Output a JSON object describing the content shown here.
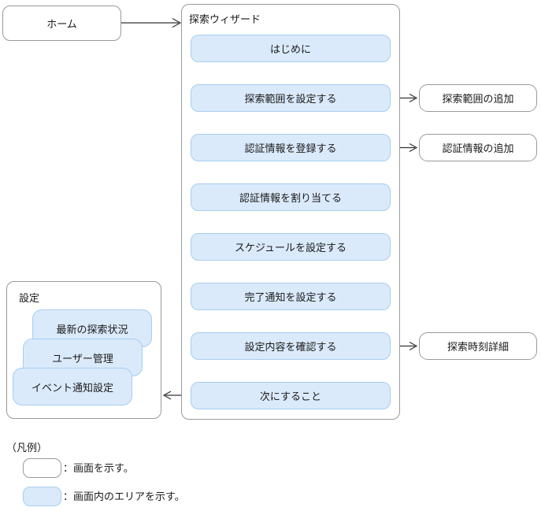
{
  "home": {
    "label": "ホーム"
  },
  "wizard": {
    "title": "探索ウィザード",
    "steps": [
      "はじめに",
      "探索範囲を設定する",
      "認証情報を登録する",
      "認証情報を割り当てる",
      "スケジュールを設定する",
      "完了通知を設定する",
      "設定内容を確認する",
      "次にすること"
    ]
  },
  "linked_screens": [
    "探索範囲の追加",
    "認証情報の追加",
    "探索時刻詳細"
  ],
  "settings": {
    "title": "設定",
    "items": [
      "最新の探索状況",
      "ユーザー管理",
      "イベント通知設定"
    ]
  },
  "legend": {
    "title": "（凡例）",
    "screen_label": "：画面を示す。",
    "area_label": "：画面内のエリアを示す。"
  },
  "colors": {
    "area_fill": "#DAEAFB",
    "area_border": "#A7CDEF",
    "screen_border": "#9A9A9A",
    "arrow": "#333333",
    "text": "#1A1A1A"
  }
}
